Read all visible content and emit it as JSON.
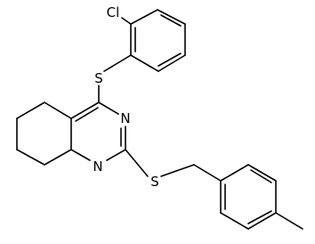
{
  "molecule": {
    "atoms": {
      "chlorine": "Cl",
      "sulfur_top": "S",
      "sulfur_bottom": "S",
      "nitrogen_top": "N",
      "nitrogen_bottom": "N"
    },
    "colors": {
      "bond": "#000000",
      "label": "#000000",
      "background": "#ffffff"
    }
  }
}
